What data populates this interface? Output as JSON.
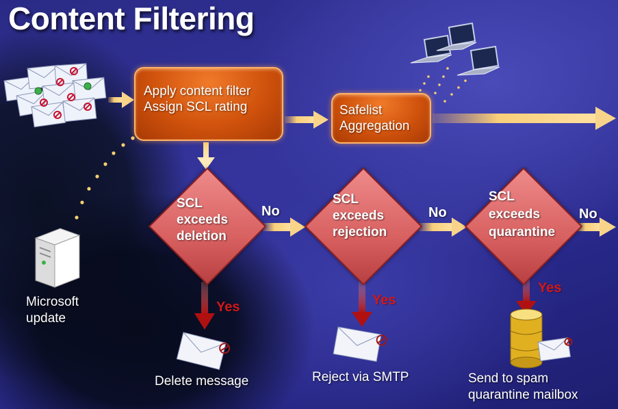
{
  "title": "Content Filtering",
  "process": {
    "content_filter": {
      "line1": "Apply content filter",
      "line2": "Assign SCL rating"
    },
    "safelist": {
      "line1": "Safelist",
      "line2": "Aggregation"
    }
  },
  "decisions": [
    {
      "line1": "SCL",
      "line2": "exceeds",
      "line3": "deletion",
      "no_label": "No",
      "yes_label": "Yes",
      "outcome": [
        "Delete message"
      ]
    },
    {
      "line1": "SCL",
      "line2": "exceeds",
      "line3": "rejection",
      "no_label": "No",
      "yes_label": "Yes",
      "outcome": [
        "Reject via SMTP"
      ]
    },
    {
      "line1": "SCL",
      "line2": "exceeds",
      "line3": "quarantine",
      "no_label": "No",
      "yes_label": "Yes",
      "outcome": [
        "Send to spam",
        "quarantine mailbox"
      ]
    }
  ],
  "source": {
    "line1": "Microsoft",
    "line2": "update"
  },
  "icons": [
    "envelope-stack-icon",
    "laptop-icon",
    "server-icon",
    "envelope-icon",
    "database-icon",
    "arrow-icon"
  ],
  "colors": {
    "process_orange": "#d0520c",
    "decision_red": "#d86060",
    "yes_red": "#d01818",
    "arrow_gold": "#f5c86a",
    "background_blue": "#2e2e90"
  }
}
